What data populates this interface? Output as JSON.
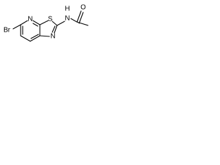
{
  "diagram": {
    "labels": {
      "bromine": "Br",
      "pyridine_nitrogen": "N",
      "sulfur": "S",
      "thiazole_nitrogen": "N",
      "amide_nitrogen": "N",
      "amide_hydrogen": "H",
      "carbonyl_oxygen": "O"
    }
  }
}
